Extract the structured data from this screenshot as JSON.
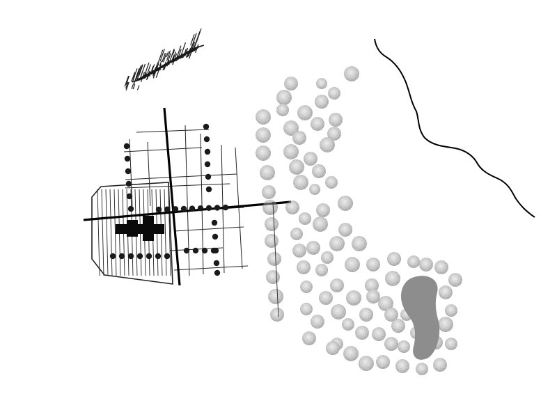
{
  "title": "",
  "colors": {
    "background": "#ffffff",
    "ink": "#111111",
    "tree_canopy": "#6e6e6e",
    "tree_canopy_light": "#a8a8a8",
    "pond": "#8a8a8a",
    "building": "#0a0a0a"
  },
  "features": [
    "hatched-field",
    "gridded-site",
    "main-axis-road",
    "cross-shaped-building",
    "small-tree-rows",
    "tree-grove",
    "pond",
    "stream"
  ]
}
